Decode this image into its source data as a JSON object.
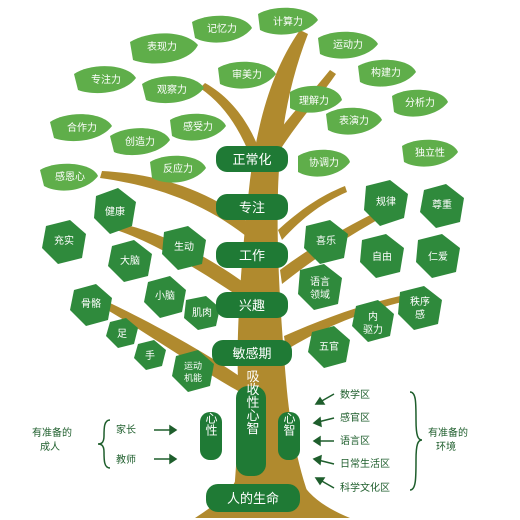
{
  "colors": {
    "trunk": "#b08a2e",
    "trunk_dark": "#8a6a1f",
    "leaf_light": "#5fae4a",
    "leaf_dark": "#2f8a3c",
    "trunk_label": "#1f7a35",
    "side_text": "#1e5e2c"
  },
  "leaves": {
    "xianxianli": "表现力",
    "jiyili": "记忆力",
    "jisuanli": "计算力",
    "yundongli": "运动力",
    "zhuyili": "专注力",
    "guanchali": "观察力",
    "shenmeili": "审美力",
    "goujianli": "构建力",
    "lijieli": "理解力",
    "fenxili": "分析力",
    "hezuoli": "合作力",
    "chuangzaoli": "创造力",
    "ganshouli": "感受力",
    "biaoyanli": "表演力",
    "duliXing": "独立性",
    "gan_en_xin": "感恩心",
    "fanyingli": "反应力",
    "xietiaoli": "协调力",
    "jiankang": "健康",
    "guilv": "规律",
    "zunzhong": "尊重",
    "chongshi": "充实",
    "danao": "大脑",
    "shengdong": "生动",
    "xile": "喜乐",
    "ziyou": "自由",
    "ren_ai": "仁爱",
    "xiaonao": "小脑",
    "yuyan_line1": "语言",
    "yuyan_line2": "领域",
    "guge": "骨骼",
    "jirou": "肌肉",
    "neiqu_line1": "内",
    "neiqu_line2": "驱力",
    "zhixugan_line1": "秩序",
    "zhixugan_line2": "感",
    "zu": "足",
    "shou": "手",
    "wuguan": "五官",
    "yundongjineng_line1": "运动",
    "yundongjineng_line2": "机能"
  },
  "trunk_labels": {
    "zhengchanghua": "正常化",
    "zhuanzhu": "专注",
    "gongzuo": "工作",
    "xingqu": "兴趣",
    "minganqi": "敏感期",
    "xishouxing": "吸收性心智",
    "xinxing": "心性",
    "xinzhi": "心智",
    "shengming": "人的生命"
  },
  "left_side": {
    "title_line1": "有准备的",
    "title_line2": "成人",
    "item1": "家长",
    "item2": "教师"
  },
  "right_side": {
    "title_line1": "有准备的",
    "title_line2": "环境",
    "areas": [
      "数学区",
      "感官区",
      "语言区",
      "日常生活区",
      "科学文化区"
    ]
  }
}
